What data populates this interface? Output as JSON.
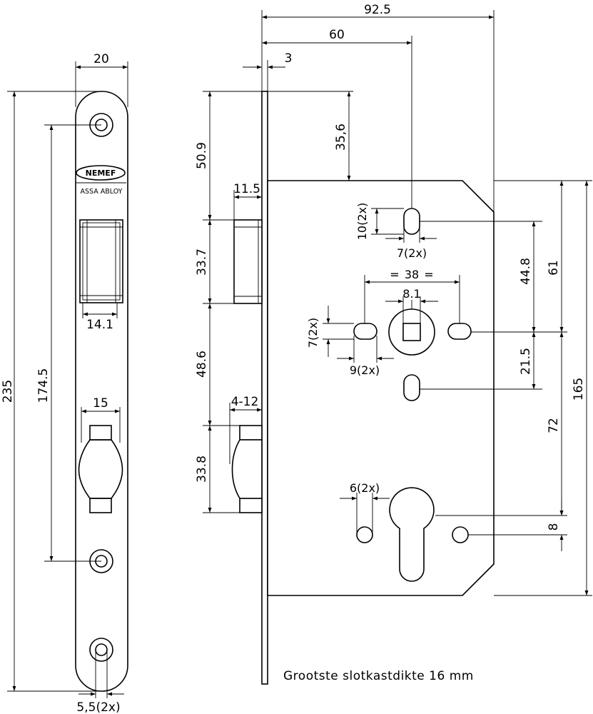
{
  "brand": {
    "name": "NEMEF",
    "sub": "ASSA ABLOY"
  },
  "front_plate": {
    "width": "20",
    "height": "235",
    "hole_spacing": "174.5",
    "hole_dia": "5,5(2x)",
    "latch_width": "14.1",
    "bolt_width": "15"
  },
  "side_view": {
    "total_depth": "92.5",
    "backset": "60",
    "plate_thickness": "3",
    "top_to_latch": "50.9",
    "top_to_case": "35,6",
    "latch_projection": "11.5",
    "latch_height": "33.7",
    "latch_to_bolt": "48.6",
    "bolt_projection": "4-12",
    "bolt_height": "33.8"
  },
  "case": {
    "fix_slot_h": "10(2x)",
    "fix_slot_w": "7(2x)",
    "spindle_centers": "38",
    "spindle_square": "8.1",
    "side_slot_h": "7(2x)",
    "side_slot_w": "9(2x)",
    "dist_44": "44.8",
    "dist_61": "61",
    "dist_21": "21.5",
    "dist_72": "72",
    "dist_165": "165",
    "screw_hole": "6(2x)",
    "dist_8": "8"
  },
  "caption": "Grootste slotkastdikte 16 mm"
}
